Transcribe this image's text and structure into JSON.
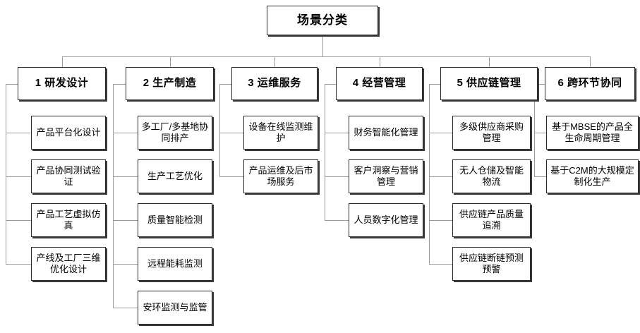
{
  "diagram": {
    "title": "场景分类",
    "root": {
      "label": "场景分类"
    },
    "categories": [
      {
        "id": "cat-1",
        "label": "1 研发设计",
        "children": [
          {
            "label": "产品平台化设计"
          },
          {
            "label": "产品协同测试验证"
          },
          {
            "label": "产品工艺虚拟仿真"
          },
          {
            "label": "产线及工厂三维优化设计"
          }
        ]
      },
      {
        "id": "cat-2",
        "label": "2 生产制造",
        "children": [
          {
            "label": "多工厂/多基地协同排产"
          },
          {
            "label": "生产工艺优化"
          },
          {
            "label": "质量智能检测"
          },
          {
            "label": "远程能耗监测"
          },
          {
            "label": "安环监测与监管"
          }
        ]
      },
      {
        "id": "cat-3",
        "label": "3 运维服务",
        "children": [
          {
            "label": "设备在线监测维护"
          },
          {
            "label": "产品运维及后市场服务"
          }
        ]
      },
      {
        "id": "cat-4",
        "label": "4 经营管理",
        "children": [
          {
            "label": "财务智能化管理"
          },
          {
            "label": "客户洞察与营销管理"
          },
          {
            "label": "人员数字化管理"
          }
        ]
      },
      {
        "id": "cat-5",
        "label": "5 供应链管理",
        "children": [
          {
            "label": "多级供应商采购管理"
          },
          {
            "label": "无人仓储及智能物流"
          },
          {
            "label": "供应链产品质量追溯"
          },
          {
            "label": "供应链断链预测预警"
          }
        ]
      },
      {
        "id": "cat-6",
        "label": "6 跨环节协同",
        "children": [
          {
            "label": "基于MBSE的产品全生命周期管理"
          },
          {
            "label": "基于C2M的大规模定制化生产"
          }
        ]
      }
    ],
    "colors": {
      "box_border": "#2b2b2b",
      "box_fill": "#ffffff",
      "box_shadow": "#3a3a3a",
      "connector": "#9a9a9a",
      "text": "#000000"
    }
  }
}
